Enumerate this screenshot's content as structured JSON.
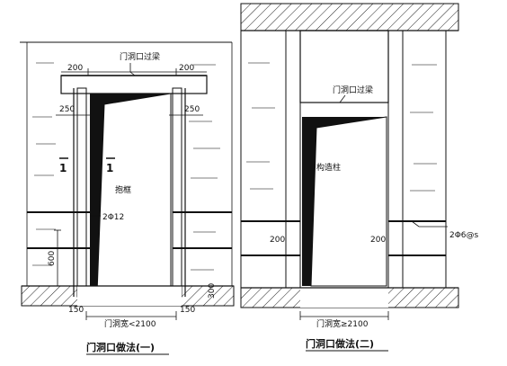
{
  "left": {
    "lintel_label": "门洞口过梁",
    "dim_left_200": "200",
    "dim_right_200": "200",
    "dim_left_250": "250",
    "dim_right_250": "250",
    "section_left": "1",
    "section_right": "1",
    "frame_label": "抱框",
    "rebar_label": "2Φ12",
    "dim_600": "600",
    "dim_300": "300",
    "dim_150_left": "150",
    "dim_150_right": "150",
    "width_label": "门洞宽<2100",
    "caption": "门洞口做法(一)"
  },
  "right": {
    "lintel_label": "门洞口过梁",
    "column_label": "构造柱",
    "dim_200_left": "200",
    "dim_200_right": "200",
    "rebar_label": "2Φ6@s",
    "width_label": "门洞宽≥2100",
    "caption": "门洞口做法(二)"
  }
}
